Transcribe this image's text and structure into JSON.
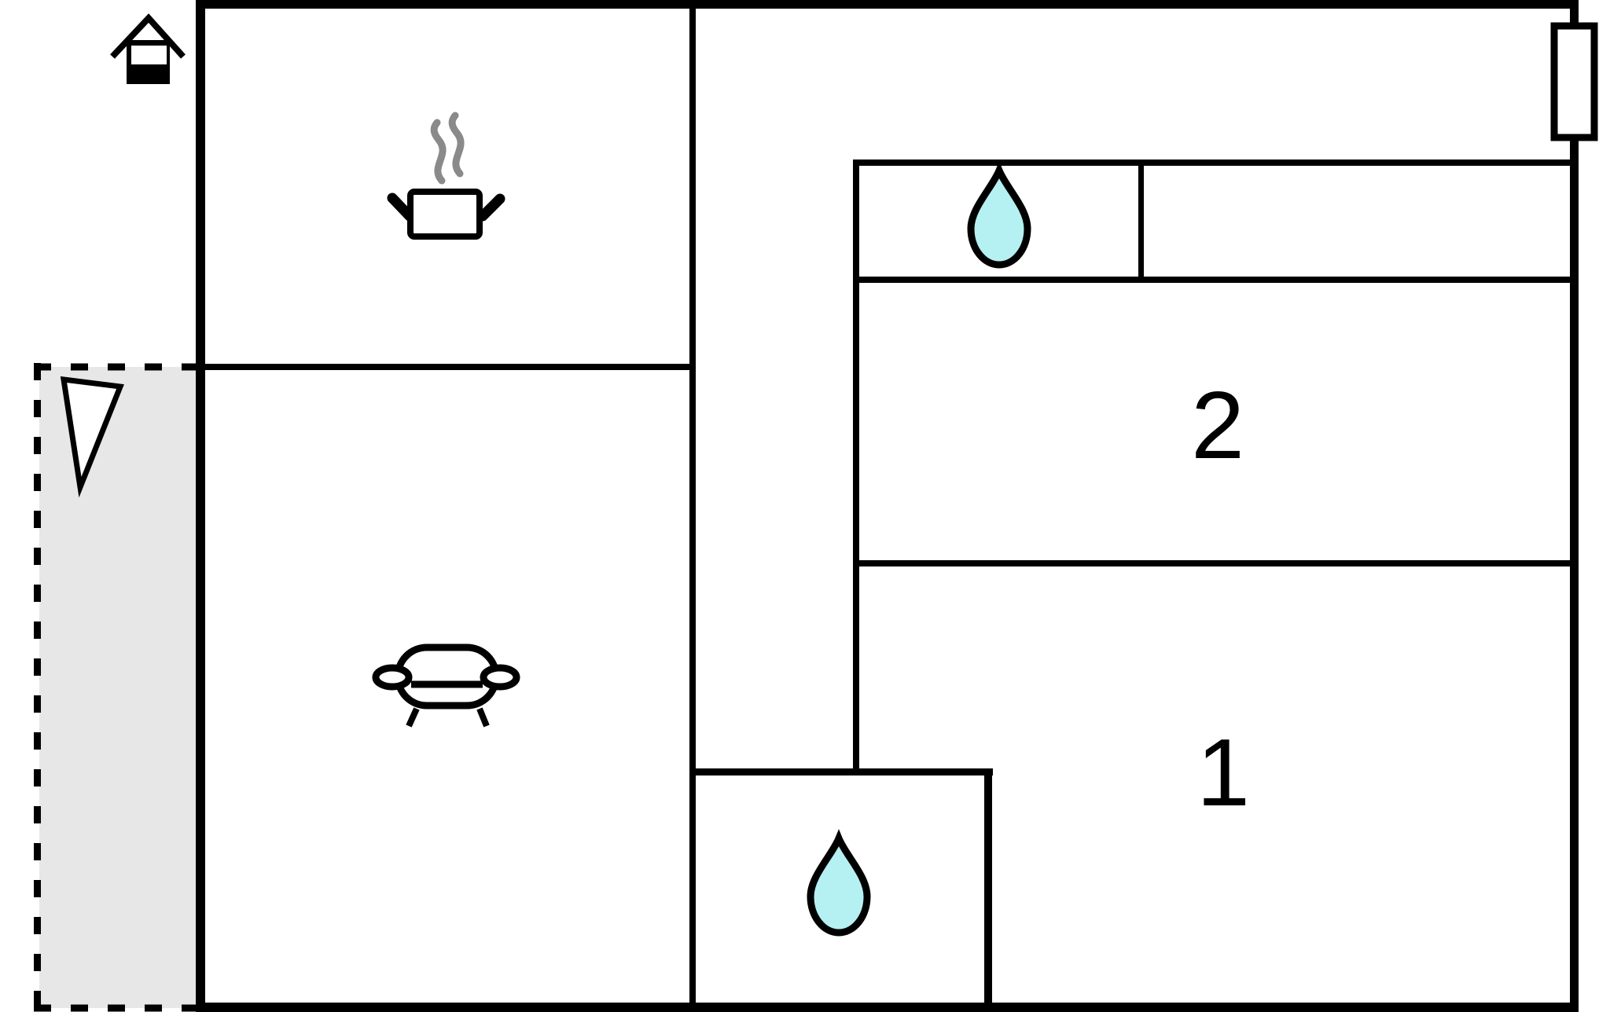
{
  "plan": {
    "type": "floor-plan",
    "rooms": {
      "room1_label": "1",
      "room2_label": "2"
    },
    "icons": {
      "entrance_marker": "house-icon",
      "kitchen": "cooking-pot-icon",
      "living_room": "sofa-icon",
      "bathroom_top": "water-drop-icon",
      "bathroom_bottom": "water-drop-icon",
      "terrace_pointer": "triangle-pointer-icon",
      "right_wall_opening": "window-door-marker"
    },
    "colors": {
      "wall": "#000000",
      "background": "#ffffff",
      "water_drop_fill": "#b5f0f2",
      "terrace_fill": "#e7e7e7",
      "steam_stroke": "#8a8a8a"
    }
  }
}
